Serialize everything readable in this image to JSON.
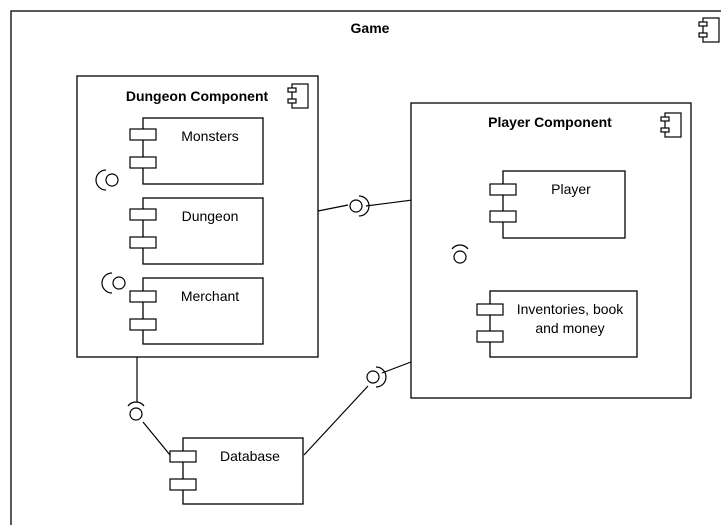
{
  "diagram": {
    "frame_title": "Game",
    "dungeon_component": {
      "title": "Dungeon Component",
      "monsters": "Monsters",
      "dungeon": "Dungeon",
      "merchant": "Merchant"
    },
    "player_component": {
      "title": "Player Component",
      "player": "Player",
      "inventories_line1": "Inventories, book",
      "inventories_line2": "and money"
    },
    "database": "Database"
  }
}
